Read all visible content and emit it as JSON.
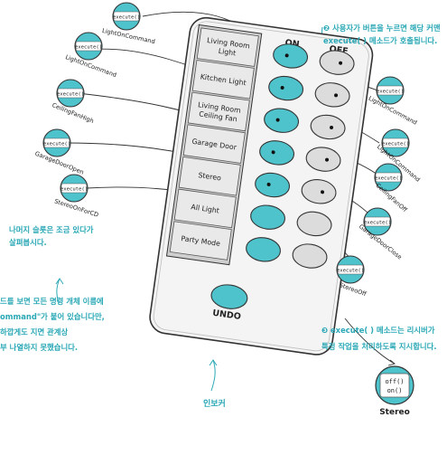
{
  "remote": {
    "slots": [
      "Living Room\nLight",
      "Kitchen Light",
      "Living Room\nCeiling Fan",
      "Garage Door",
      "Stereo",
      "All Light",
      "Party Mode"
    ],
    "on_label": "ON",
    "off_label": "OFF",
    "undo_label": "UNDO"
  },
  "commands_left": [
    {
      "method": "execute()",
      "name": "LightOnCommand"
    },
    {
      "method": "execute()",
      "name": "LightOnCommand"
    },
    {
      "method": "execute()",
      "name": "CeilingFanHigh"
    },
    {
      "method": "execute()",
      "name": "GarageDoorOpen"
    },
    {
      "method": "execute()",
      "name": "StereoOnForCD"
    }
  ],
  "commands_right": [
    {
      "method": "execute()",
      "name": "LightOnCommand"
    },
    {
      "method": "execute()",
      "name": "LightOnCommand"
    },
    {
      "method": "execute()",
      "name": "CeilingFanOff"
    },
    {
      "method": "execute()",
      "name": "GarageDoorClose"
    },
    {
      "method": "execute()",
      "name": "StereoOff"
    }
  ],
  "notes": {
    "note1": [
      "❷ 사용자가 버튼을 누르면 해당 커맨",
      "execute( ) 메소드가 호출됩니다."
    ],
    "note2": [
      "나머지 슬롯은 조금 있다가",
      "살펴봅시다."
    ],
    "note3": [
      "드를 보면 모든 명령 개체 이름에",
      "ommand\"가 붙어 있습니다만,",
      "하깝게도 지면 관계상",
      "부 나열하지 못했습니다."
    ],
    "note4": [
      "❸ execute( ) 메소드는 리시버가",
      "특정 작업을 처리하도록 지시합니다."
    ],
    "invoker": "인보커"
  },
  "receiver": {
    "methods": [
      "off()",
      "on()"
    ],
    "name": "Stereo"
  },
  "colors": {
    "teal": "#4fc3cc",
    "gray": "#dcdcdc",
    "accent": "#2aa8b6",
    "ink": "#333333"
  }
}
